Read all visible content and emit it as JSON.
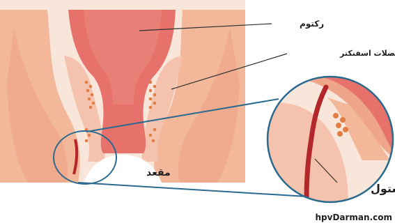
{
  "labels": {
    "rectum": "رکتوم",
    "sphincter": "عضلات اسفنکتر",
    "anus": "مقعد",
    "fistula": "فیستول"
  },
  "watermark": "hpvDarman.com",
  "colors": {
    "background_panel": "#f8e6da",
    "tissue_outer": "#f3b79a",
    "tissue_inner": "#eea589",
    "rectum": "#e6726b",
    "rectum_dark": "#d95c5a",
    "sphincter_dots": "#e07e46",
    "fistula": "#b3262c",
    "zoom_circle": "#2a6a8f",
    "leader_line": "#2f2f2f"
  }
}
